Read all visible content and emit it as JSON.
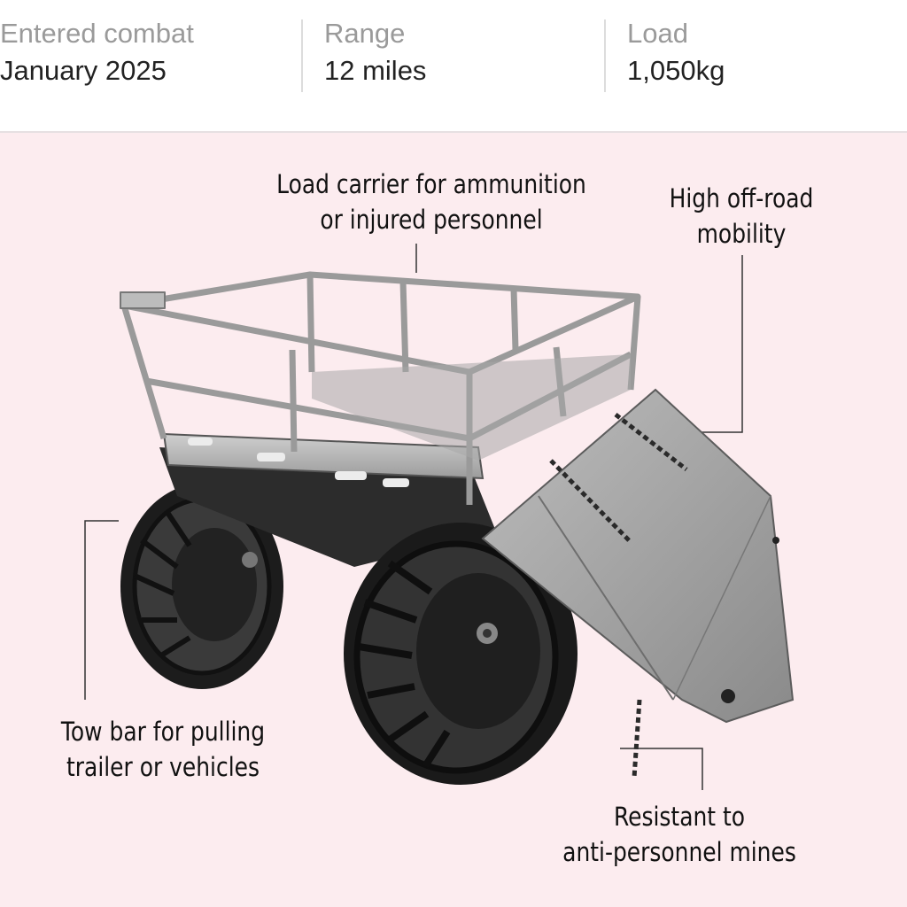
{
  "stats": [
    {
      "label": "Entered combat",
      "value": "January 2025"
    },
    {
      "label": "Range",
      "value": "12 miles"
    },
    {
      "label": "Load",
      "value": "1,050kg"
    }
  ],
  "callouts": {
    "load_carrier": {
      "line1": "Load carrier for ammunition",
      "line2": "or injured personnel"
    },
    "mobility": {
      "line1": "High off-road",
      "line2": "mobility"
    },
    "tow_bar": {
      "line1": "Tow bar for pulling",
      "line2": "trailer or vehicles"
    },
    "mines": {
      "line1": "Resistant to",
      "line2": "anti-personnel mines"
    }
  },
  "colors": {
    "panel_background": "#fcecef",
    "leader_line": "#333333",
    "stat_label": "#9a9a9a",
    "stat_value": "#222222"
  }
}
